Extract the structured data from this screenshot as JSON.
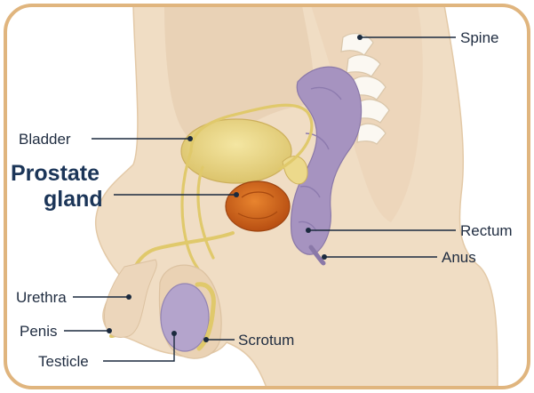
{
  "diagram": {
    "labels": {
      "spine": "Spine",
      "bladder": "Bladder",
      "prostate_line1": "Prostate",
      "prostate_line2": "gland",
      "rectum": "Rectum",
      "anus": "Anus",
      "urethra": "Urethra",
      "penis": "Penis",
      "testicle": "Testicle",
      "scrotum": "Scrotum"
    },
    "colors": {
      "frame": "#e0b57e",
      "skin": "#f0ddc4",
      "skin_dark": "#e2c8a8",
      "bone": "#fbf8f2",
      "bladder": "#ecd98b",
      "tube": "#e8d47a",
      "prostate": "#d8651e",
      "rectum": "#a693c0",
      "testicle": "#b4a4cc",
      "text": "#1f2c40",
      "heading": "#1b3558"
    }
  }
}
